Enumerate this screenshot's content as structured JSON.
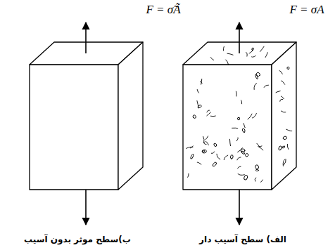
{
  "diagram": {
    "labels": [
      "F = σ̃Ã",
      "F = σA",
      "ب)سطح موثر بدون آسیب",
      "الف) سطح آسیب دار"
    ]
  }
}
